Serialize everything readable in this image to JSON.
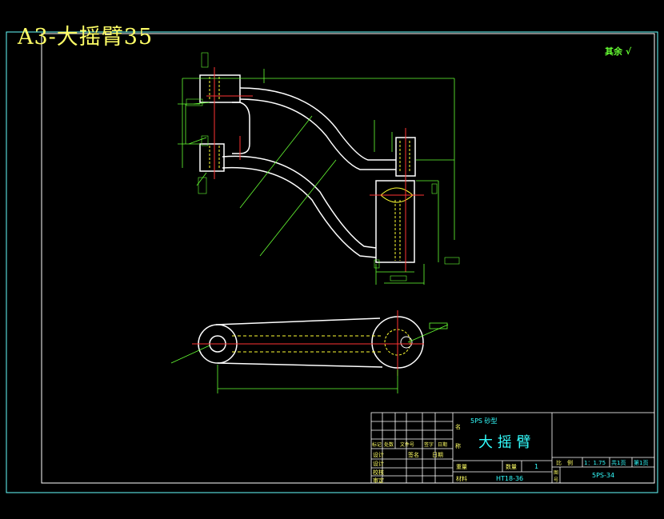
{
  "sheet": {
    "title": "A3-大摇臂35",
    "roughness_note": "其余 √"
  },
  "colors": {
    "background": "#000000",
    "border": "#66ffff",
    "outline": "#ffffff",
    "dimension": "#66ff33",
    "centerline": "#ff3333",
    "hidden": "#ffff33",
    "title_text": "#ffff66",
    "block_text": "#33ffff"
  },
  "title_block": {
    "subtitle": "5PS 砂型",
    "part_name": "大 摇 臂",
    "scale": "1：1.75",
    "sheets_total": "共1页",
    "sheet_no": "第1页",
    "material": "HT18-36",
    "drawing_no": "5PS-34",
    "quantity": "1",
    "label_name": "名",
    "label_name2": "称",
    "label_material": "材料",
    "label_weight": "重量",
    "label_qty": "数量",
    "label_scale": "比　例",
    "label_drawno_1": "图",
    "label_drawno_2": "号",
    "rev_headers": [
      "标记",
      "处数",
      "文件号",
      "签字",
      "日期"
    ],
    "sign_headers": [
      "设计",
      "签名",
      "日期"
    ],
    "sign_rows": [
      "设计",
      "校核",
      "审定"
    ]
  }
}
